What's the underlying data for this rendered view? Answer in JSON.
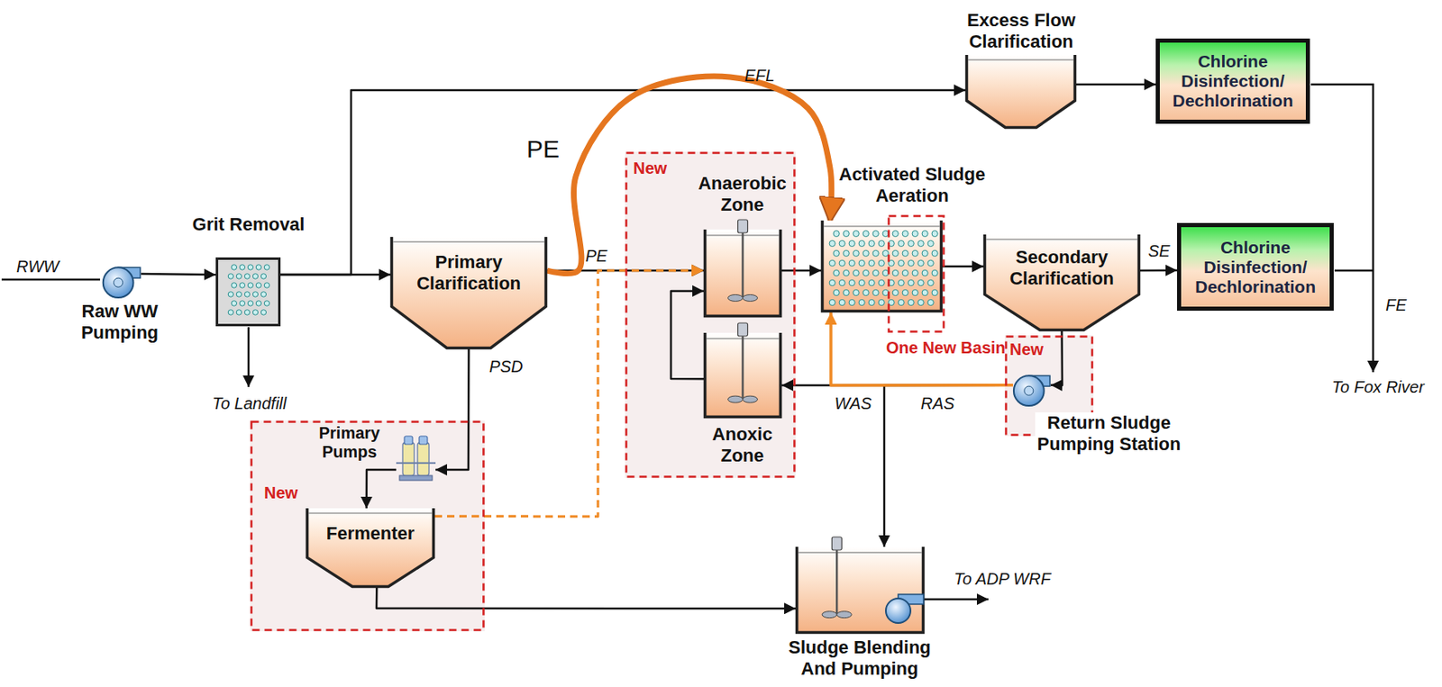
{
  "diagram": {
    "nodes": [
      {
        "text": [
          "Raw WW Pumping"
        ]
      },
      {
        "text": [
          "Grit Removal"
        ]
      },
      {
        "text": [
          "Excess Flow Clarification"
        ]
      },
      {
        "text": [
          "Chlorine Disinfection/ Dechlorination"
        ]
      },
      {
        "text": [
          "Primary Clarification"
        ]
      },
      {
        "text": [
          "New"
        ]
      },
      {
        "text": [
          "Primary Pumps"
        ],
        "in": 5
      },
      {
        "text": [
          "Fermenter"
        ],
        "in": 5
      },
      {
        "text": [
          "New"
        ]
      },
      {
        "text": [
          "Anaerobic Zone"
        ],
        "in": 8
      },
      {
        "text": [
          "Anoxic Zone"
        ],
        "in": 8
      },
      {
        "text": [
          "Activated Sludge Aeration"
        ]
      },
      {
        "text": [
          "One New Basin"
        ]
      },
      {
        "text": [
          "Secondary Clarification"
        ]
      },
      {
        "text": [
          "Chlorine Disinfection/ Dechlorination"
        ]
      },
      {
        "text": [
          "New"
        ]
      },
      {
        "text": [
          "Return Sludge Pumping Station"
        ],
        "in": 15
      },
      {
        "text": [
          "Sludge Blending And Pumping"
        ]
      }
    ],
    "edges": [
      {
        "from": 0,
        "to": 1,
        "arrow": "to"
      },
      {
        "from": 1,
        "to": 4,
        "arrow": "to"
      },
      {
        "from": 1,
        "to": 2,
        "label": "EFL",
        "arrow": "to"
      },
      {
        "from": 2,
        "to": 3,
        "arrow": "to"
      },
      {
        "from": 4,
        "to": 9,
        "label": "PE",
        "arrow": "to"
      },
      {
        "from": 4,
        "to": 6,
        "label": "PSD",
        "arrow": "to"
      },
      {
        "from": 6,
        "to": 7,
        "arrow": "to"
      },
      {
        "from": 7,
        "to": 17,
        "arrow": "to"
      },
      {
        "from": 7,
        "to": 9,
        "arrow": "to"
      },
      {
        "from": 9,
        "to": 11,
        "arrow": "to"
      },
      {
        "from": 10,
        "to": 9,
        "arrow": "to"
      },
      {
        "from": 11,
        "to": 13,
        "arrow": "to"
      },
      {
        "from": 13,
        "to": 14,
        "label": "SE",
        "arrow": "to"
      },
      {
        "from": 13,
        "to": 16,
        "arrow": "to"
      },
      {
        "from": 16,
        "to": 10,
        "label": "RAS",
        "arrow": "to"
      },
      {
        "from": 16,
        "to": 17,
        "label": "WAS",
        "arrow": "to"
      },
      {
        "from": 16,
        "to": 11,
        "arrow": "to"
      },
      {
        "from": 4,
        "to": 11,
        "label": "PE",
        "arrow": "to"
      }
    ],
    "labels": [
      "RWW",
      "To Landfill",
      "FE",
      "To Fox River",
      "To ADP WRF"
    ]
  }
}
